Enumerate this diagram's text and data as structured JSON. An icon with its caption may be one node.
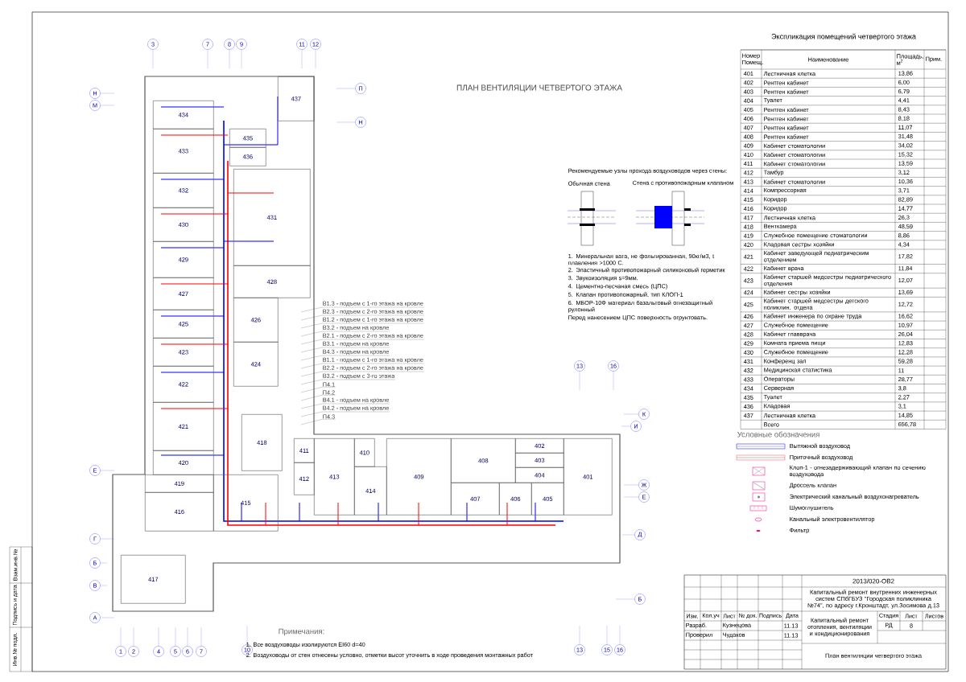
{
  "diagram": {
    "title": "ПЛАН ВЕНТИЛЯЦИИ ЧЕТВЕРТОГО ЭТАЖА",
    "nodes": [
      {
        "text": [
          "437"
        ]
      },
      {
        "text": [
          "434"
        ]
      },
      {
        "text": [
          "435"
        ]
      },
      {
        "text": [
          "433"
        ]
      },
      {
        "text": [
          "436"
        ]
      },
      {
        "text": [
          "432"
        ]
      },
      {
        "text": [
          "431"
        ]
      },
      {
        "text": [
          "430"
        ]
      },
      {
        "text": [
          "429"
        ]
      },
      {
        "text": [
          "428"
        ]
      },
      {
        "text": [
          "427"
        ]
      },
      {
        "text": [
          "426"
        ]
      },
      {
        "text": [
          "425"
        ]
      },
      {
        "text": [
          "424"
        ]
      },
      {
        "text": [
          "423"
        ]
      },
      {
        "text": [
          "422"
        ]
      },
      {
        "text": [
          "421"
        ]
      },
      {
        "text": [
          "420"
        ]
      },
      {
        "text": [
          "419"
        ]
      },
      {
        "text": [
          "418"
        ]
      },
      {
        "text": [
          "416"
        ]
      },
      {
        "text": [
          "415"
        ]
      },
      {
        "text": [
          "417"
        ]
      },
      {
        "text": [
          "412"
        ]
      },
      {
        "text": [
          "411"
        ]
      },
      {
        "text": [
          "413"
        ]
      },
      {
        "text": [
          "410"
        ]
      },
      {
        "text": [
          "414"
        ]
      },
      {
        "text": [
          "409"
        ]
      },
      {
        "text": [
          "408"
        ]
      },
      {
        "text": [
          "402"
        ]
      },
      {
        "text": [
          "403"
        ]
      },
      {
        "text": [
          "404"
        ]
      },
      {
        "text": [
          "407"
        ]
      },
      {
        "text": [
          "406"
        ]
      },
      {
        "text": [
          "405"
        ]
      },
      {
        "text": [
          "401"
        ]
      },
      {
        "text": [
          "В1.3 - подъем с 1-го этажа на кровле"
        ]
      },
      {
        "text": [
          "В2.3 - подъем с 2-го этажа на кровле"
        ]
      },
      {
        "text": [
          "В1.2 - подъем с 1-го этажа на кровле"
        ]
      },
      {
        "text": [
          "В3.2 - подъем на кровле"
        ]
      },
      {
        "text": [
          "В2.1 - подъем с 2-го этажа на кровле"
        ]
      },
      {
        "text": [
          "В3.1 - подъем на кровле"
        ]
      },
      {
        "text": [
          "В4.3 - подъем на кровле"
        ]
      },
      {
        "text": [
          "В1.1 - подъем с 1-го этажа на кровле"
        ]
      },
      {
        "text": [
          "В2.2 - подъем с 2-го этажа на кровле"
        ]
      },
      {
        "text": [
          "В3.2 - подъем с 3-го этажа"
        ]
      },
      {
        "text": [
          "П4.1"
        ]
      },
      {
        "text": [
          "П4.2"
        ]
      },
      {
        "text": [
          "В4.1 - подъем на кровле"
        ]
      },
      {
        "text": [
          "В4.2 - подъем на кровле"
        ]
      },
      {
        "text": [
          "П4.3"
        ]
      }
    ],
    "edges": [
      {
        "from": 37,
        "to": null,
        "arrow": "none"
      },
      {
        "from": 38,
        "to": null,
        "arrow": "none"
      },
      {
        "from": 39,
        "to": null,
        "arrow": "none"
      },
      {
        "from": 40,
        "to": null,
        "arrow": "none"
      },
      {
        "from": 41,
        "to": null,
        "arrow": "none"
      },
      {
        "from": 42,
        "to": null,
        "arrow": "none"
      },
      {
        "from": 43,
        "to": null,
        "arrow": "none"
      },
      {
        "from": 44,
        "to": null,
        "arrow": "none"
      },
      {
        "from": 45,
        "to": null,
        "arrow": "none"
      },
      {
        "from": 46,
        "to": null,
        "arrow": "none"
      },
      {
        "from": 47,
        "to": null,
        "arrow": "none"
      },
      {
        "from": 48,
        "to": null,
        "arrow": "none"
      },
      {
        "from": 49,
        "to": null,
        "arrow": "none"
      },
      {
        "from": 50,
        "to": null,
        "arrow": "none"
      },
      {
        "from": 51,
        "to": null,
        "arrow": "none"
      }
    ],
    "labels": [
      "3",
      "7",
      "8",
      "9",
      "11",
      "12",
      "П",
      "Н",
      "Н",
      "М",
      "Е",
      "Г",
      "Б",
      "В",
      "А",
      "1",
      "2",
      "4",
      "5",
      "6",
      "7",
      "10",
      "13",
      "15",
      "16",
      "13",
      "16",
      "К",
      "И",
      "Ж",
      "Е",
      "Д",
      "Б",
      "Экспликация помещений четвертого этажа",
      "Номер Помещ.",
      "Наименование",
      "Площадь, м$^{2}$",
      "Прим.",
      "401",
      "Лестничная клетка",
      "13,86",
      "402",
      "Рентген кабинет",
      "6,00",
      "403",
      "Рентген кабинет",
      "6,79",
      "404",
      "Туалет",
      "4,41",
      "405",
      "Рентген кабинет",
      "8,43",
      "406",
      "Рентген кабинет",
      "8,18",
      "407",
      "Рентген кабинет",
      "11,07",
      "408",
      "Рентген кабинет",
      "31,48",
      "409",
      "Кабинет стоматологии",
      "34,02",
      "410",
      "Кабинет стоматологии",
      "15,32",
      "411",
      "Кабинет стоматологии",
      "13,59",
      "412",
      "Тамбур",
      "3,12",
      "413",
      "Кабинет стоматологии",
      "10,36",
      "414",
      "Компрессорная",
      "3,71",
      "415",
      "Коридор",
      "82,89",
      "416",
      "Коридор",
      "14,77",
      "417",
      "Лестничная клетка",
      "26,3",
      "418",
      "Венткамера",
      "48,59",
      "419",
      "Служебное помещение стоматологии",
      "8,86",
      "420",
      "Кладовая сестры хозяйки",
      "4,34",
      "421",
      "Кабинет заведующей педиатрическим отделением",
      "17,82",
      "422",
      "Кабинет врача",
      "11,84",
      "423",
      "Кабинет старшей медсестры педиатрического отделения",
      "12,07",
      "424",
      "Кабинет сестры хозяйки",
      "13,69",
      "425",
      "Кабинет старшей медсестры детского поликлин. отдела",
      "12,72",
      "426",
      "Кабинет инженера по охране труда",
      "16,62",
      "427",
      "Служебное помещение",
      "10,97",
      "428",
      "Кабинет главврача",
      "26,04",
      "429",
      "Комната приема пищи",
      "12,83",
      "430",
      "Служебное помещение",
      "12,28",
      "431",
      "Конференц зал",
      "59,28",
      "432",
      "Медицинская статистика",
      "11",
      "433",
      "Операторы",
      "28,77",
      "434",
      "Серверная",
      "3,8",
      "435",
      "Туалет",
      "2,27",
      "436",
      "Кладовая",
      "3,1",
      "437",
      "Лестничная клетка",
      "14,85",
      "Всего",
      "656,78",
      "Рекомендуемые узлы прохода воздуховодов через стены:",
      "Обычная стена",
      "Стена с противопожарным клапаном",
      "1. Минеральная вата, не фольгированная, 90кг/м3, t плавления >1000 С.",
      "2. Эластичный противопожарный силиконовый герметик",
      "3. Звукоизоляция s=9мм.",
      "4. Цементно-песчаная смесь (ЦПС)",
      "5. Клапан противопожарный, тип КЛОП-1",
      "6. МБОР-10Ф материал базальтовый огнезащитный рулонный",
      "Перед нанесением ЦПС поверхность огрунтовать.",
      "Условные обозначения",
      "Примечания:",
      "1. Все воздуховоды изолируются EI60 d=40",
      "2. Воздуховоды от стен отнесены условно, отметки высот уточнить в ходе проведения монтажных работ",
      "2013/020-ОВ2",
      "Капитальный ремонт внутренних инженерных систем СПбГБУЗ \"Городская поликлиника №74\", по адресу г.Кронштадт, ул.Зосимова д.13",
      "Изм.",
      "Кол.уч",
      "Лист",
      "№ док.",
      "Подпись",
      "Дата",
      "Разраб.",
      "Кузнецова",
      "11.13",
      "Проверил",
      "Чудаков",
      "11.13",
      "Капитальный ремонт отопления, вентиляции и кондиционирования",
      "Стадия",
      "Лист",
      "Листов",
      "РД",
      "8",
      "План вентиляции четвертого этажа",
      "Инв.№ подл.",
      "Подпись и дата",
      "Взам.инв.№"
    ],
    "legend": [
      {
        "text": "Вытяжной воздуховод"
      },
      {
        "text": "Приточный воздуховод"
      },
      {
        "text": "Клоп-1 - огнезадерживающий клапан по сечению воздуховода"
      },
      {
        "text": "Дроссель клапан"
      },
      {
        "text": "Электрический канальный воздухонагреватель"
      },
      {
        "text": "Шумоглушитель"
      },
      {
        "text": "Канальный электровентилятор"
      },
      {
        "text": "Фильтр"
      }
    ]
  }
}
